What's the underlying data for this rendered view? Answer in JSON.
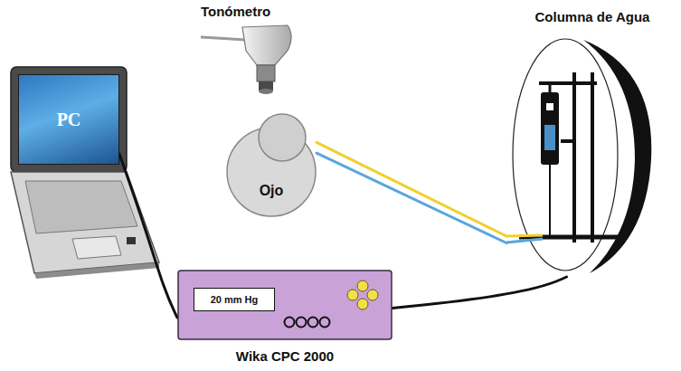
{
  "diagram": {
    "nodes": [
      {
        "text": [
          "Ojo"
        ]
      },
      {
        "text": [
          "Columna de Agua"
        ]
      },
      {
        "text": [
          "PC"
        ]
      },
      {
        "text": [
          "Wika CPC 2000"
        ]
      },
      {
        "text": [
          "20 mm Hg"
        ],
        "in": 3
      }
    ],
    "edges": [
      {
        "from": 2,
        "to": 3,
        "arrow": "none"
      },
      {
        "from": 0,
        "to": 1,
        "arrow": "none"
      },
      {
        "from": 0,
        "to": 1,
        "arrow": "none"
      },
      {
        "from": 3,
        "to": 1,
        "arrow": "none"
      }
    ],
    "labels": [
      "Tonómetro"
    ]
  }
}
